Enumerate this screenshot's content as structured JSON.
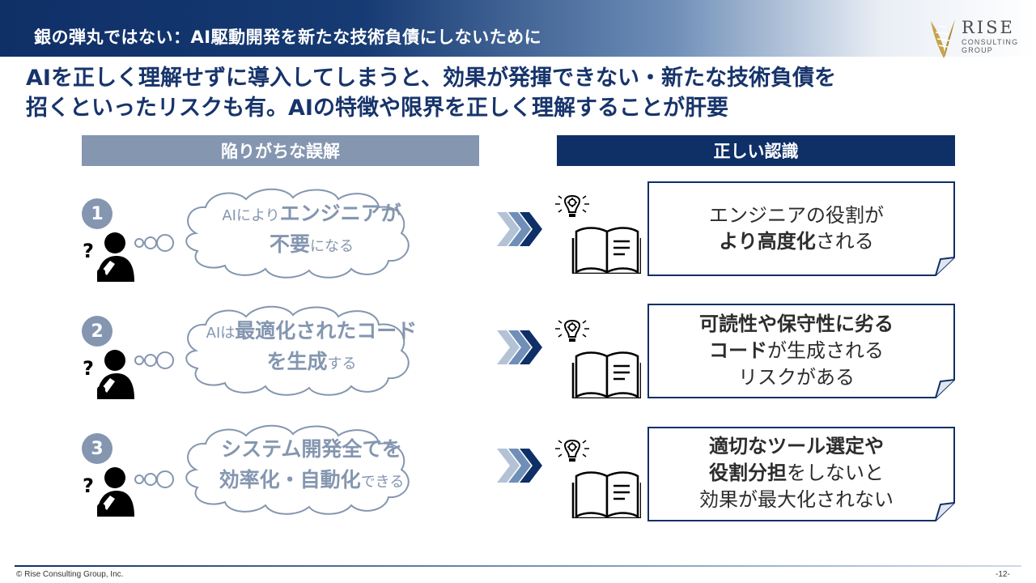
{
  "header": {
    "title": "銀の弾丸ではない：AI駆動開発を新たな技術負債にしないために",
    "logo": {
      "name": "RISE",
      "sub_line1": "CONSULTING",
      "sub_line2": "GROUP"
    }
  },
  "headline": {
    "line1": "AIを正しく理解せずに導入してしまうと、効果が発揮できない・新たな技術負債を",
    "line2": "招くといったリスクも有。AIの特徴や限界を正しく理解することが肝要"
  },
  "columns": {
    "left_title": "陥りがちな誤解",
    "right_title": "正しい認識"
  },
  "rows": [
    {
      "number": "1",
      "misconception": {
        "line1_small": "AIにより",
        "line1_bold": "エンジニアが",
        "line2_bold": "不要",
        "line2_small": "になる"
      },
      "recognition": {
        "line1": "エンジニアの役割が",
        "line2_bold": "より高度化",
        "line2_rest": "される"
      }
    },
    {
      "number": "2",
      "misconception": {
        "line1_small": "AIは",
        "line1_bold": "最適化されたコード",
        "line2_bold": "を生成",
        "line2_small": "する"
      },
      "recognition": {
        "line1_bold": "可読性や保守性に劣る",
        "line2_bold": "コード",
        "line2_rest": "が生成される",
        "line3": "リスクがある"
      }
    },
    {
      "number": "3",
      "misconception": {
        "line1_bold": "システム開発全てを",
        "line2_bold": "効率化・自動化",
        "line2_small": "できる"
      },
      "recognition": {
        "line1_bold": "適切なツール選定や",
        "line2_bold": "役割分担",
        "line2_rest": "をしないと",
        "line3": "効果が最大化されない"
      }
    }
  ],
  "footer": {
    "copyright": "© Rise Consulting Group, Inc.",
    "page": "-12-"
  },
  "colors": {
    "navy": "#0f2f67",
    "gray_blue": "#8496b0",
    "headline": "#17346b"
  },
  "icons": [
    "person-thinking-icon",
    "thought-cloud-icon",
    "chevron-arrows-icon",
    "lightbulb-gear-icon",
    "open-book-icon",
    "logo-feather-icon"
  ]
}
